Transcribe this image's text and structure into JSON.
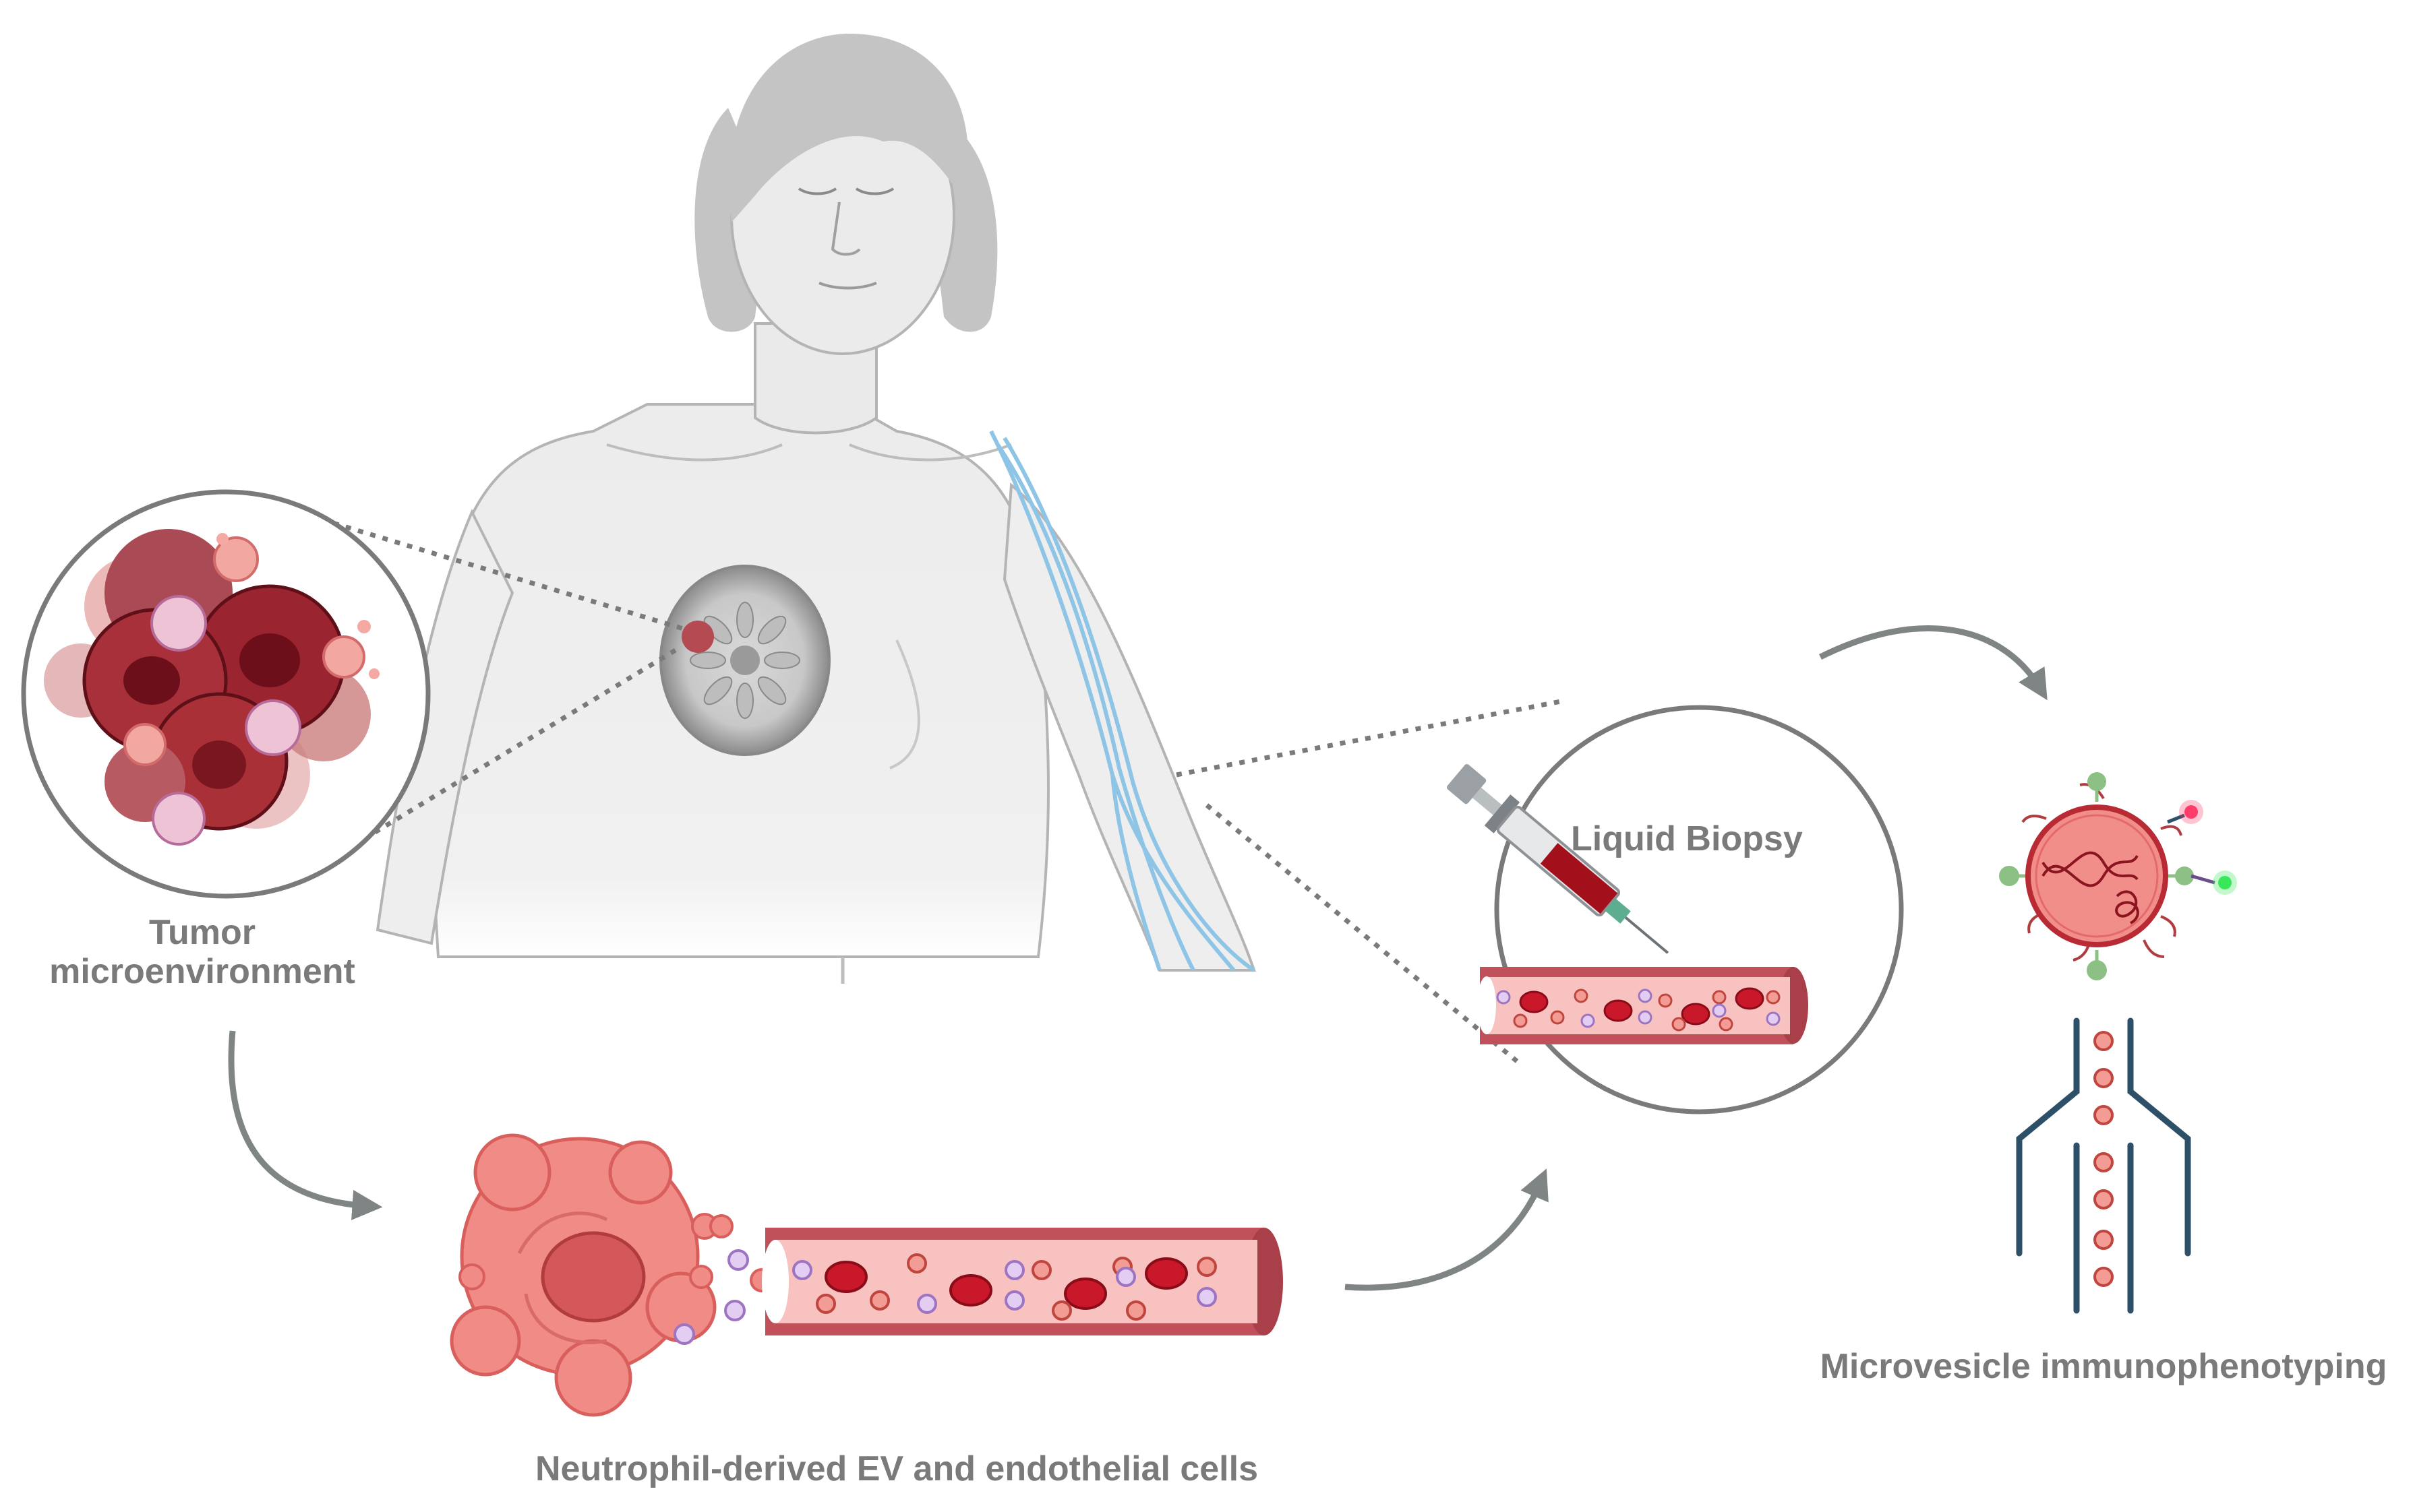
{
  "labels": {
    "tumor_line1": "Tumor",
    "tumor_line2": "microenvironment",
    "neutrophil": "Neutrophil-derived EV and endothelial cells",
    "liquid_biopsy": "Liquid Biopsy",
    "microvesicle": "Microvesicle immunophenotyping"
  },
  "colors": {
    "text_gray": "#7a7a7a",
    "arrow_gray": "#7f8585",
    "tumor_red": "#a8303a",
    "vessel_red": "#c0505a",
    "vessel_inner": "#f2b8b8",
    "rbc": "#c8182a",
    "ev_purple": "#c9a6e0",
    "skin": "#eeeeee",
    "vein_blue": "#8ec5e6",
    "channel_blue": "#2e4f68",
    "marker_green": "#8cc084"
  }
}
